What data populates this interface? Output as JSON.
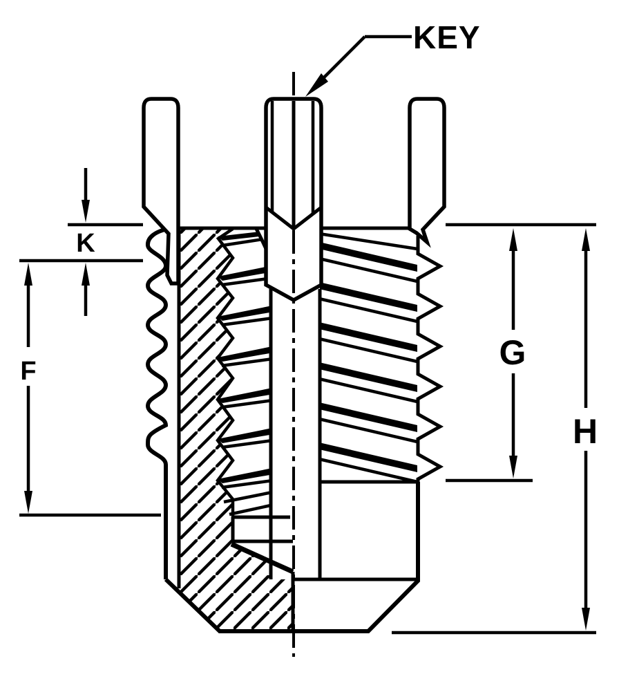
{
  "drawing": {
    "description_labels": {
      "key_callout": "KEY"
    },
    "dimensions": {
      "k": "K",
      "f": "F",
      "g": "G",
      "h": "H"
    },
    "colors": {
      "line": "#000000",
      "background": "#ffffff"
    }
  }
}
